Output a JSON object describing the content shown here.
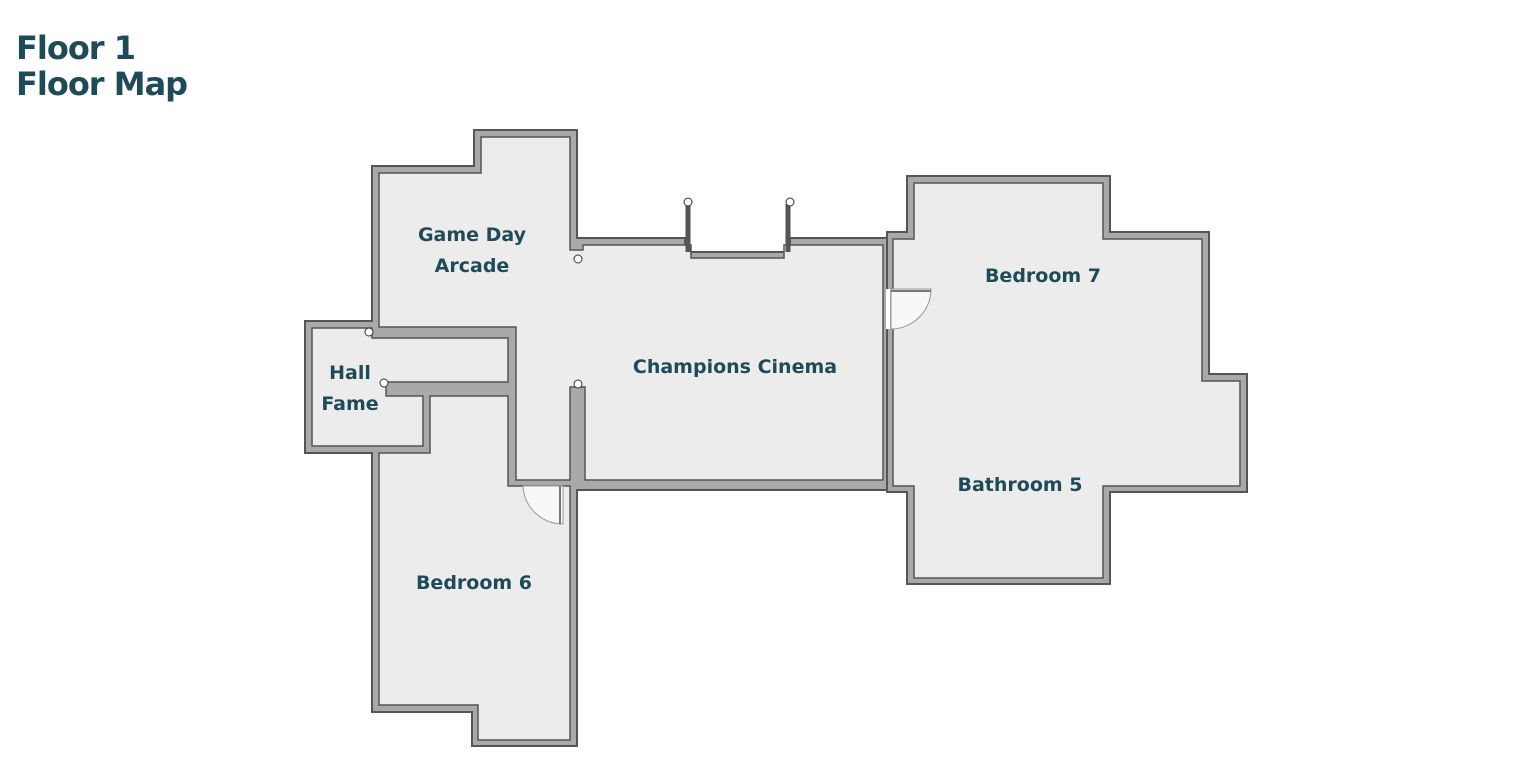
{
  "header": {
    "floor": "Floor 1",
    "subtitle": "Floor Map"
  },
  "rooms": {
    "game_day_arcade": {
      "line1": "Game Day",
      "line2": "Arcade"
    },
    "hall_fame": {
      "line1": "Hall",
      "line2": "Fame"
    },
    "champions_cinema": {
      "name": "Champions Cinema"
    },
    "bedroom_6": {
      "name": "Bedroom 6"
    },
    "bedroom_7": {
      "name": "Bedroom 7"
    },
    "bathroom_5": {
      "name": "Bathroom 5"
    }
  },
  "colors": {
    "wall_outer": "#555555",
    "wall_fill": "#a9a9a9",
    "floor_fill": "#ececec",
    "label": "#1f4a57"
  }
}
